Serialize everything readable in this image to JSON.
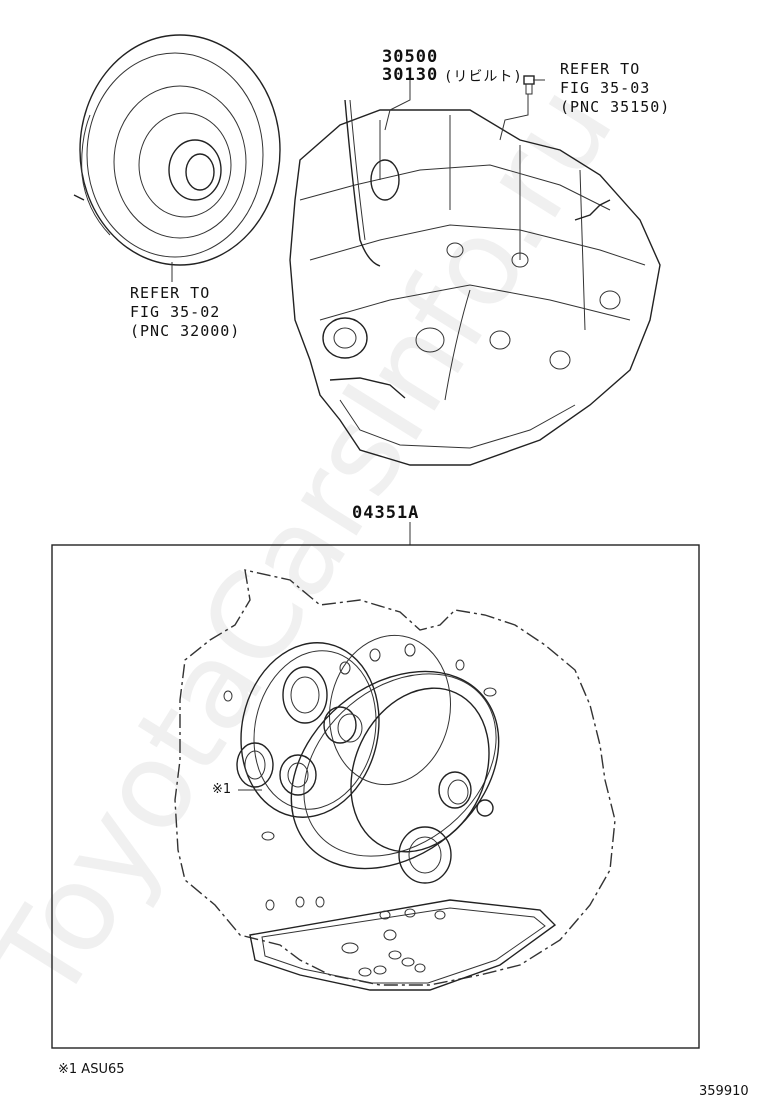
{
  "labels": {
    "pnc_30500": "30500",
    "pnc_30130": "30130",
    "rebuilt": "(リビルト)",
    "refer_top_1": "REFER TO",
    "refer_top_2": "FIG 35-03",
    "refer_top_3": "(PNC 35150)",
    "refer_left_1": "REFER TO",
    "refer_left_2": "FIG 35-02",
    "refer_left_3": "(PNC 32000)",
    "kit_pnc": "04351A",
    "callout_mark": "※1"
  },
  "footnote": "※1 ASU65",
  "figure_id": "359910",
  "watermark": "ToyotaCarsInfo.ru"
}
